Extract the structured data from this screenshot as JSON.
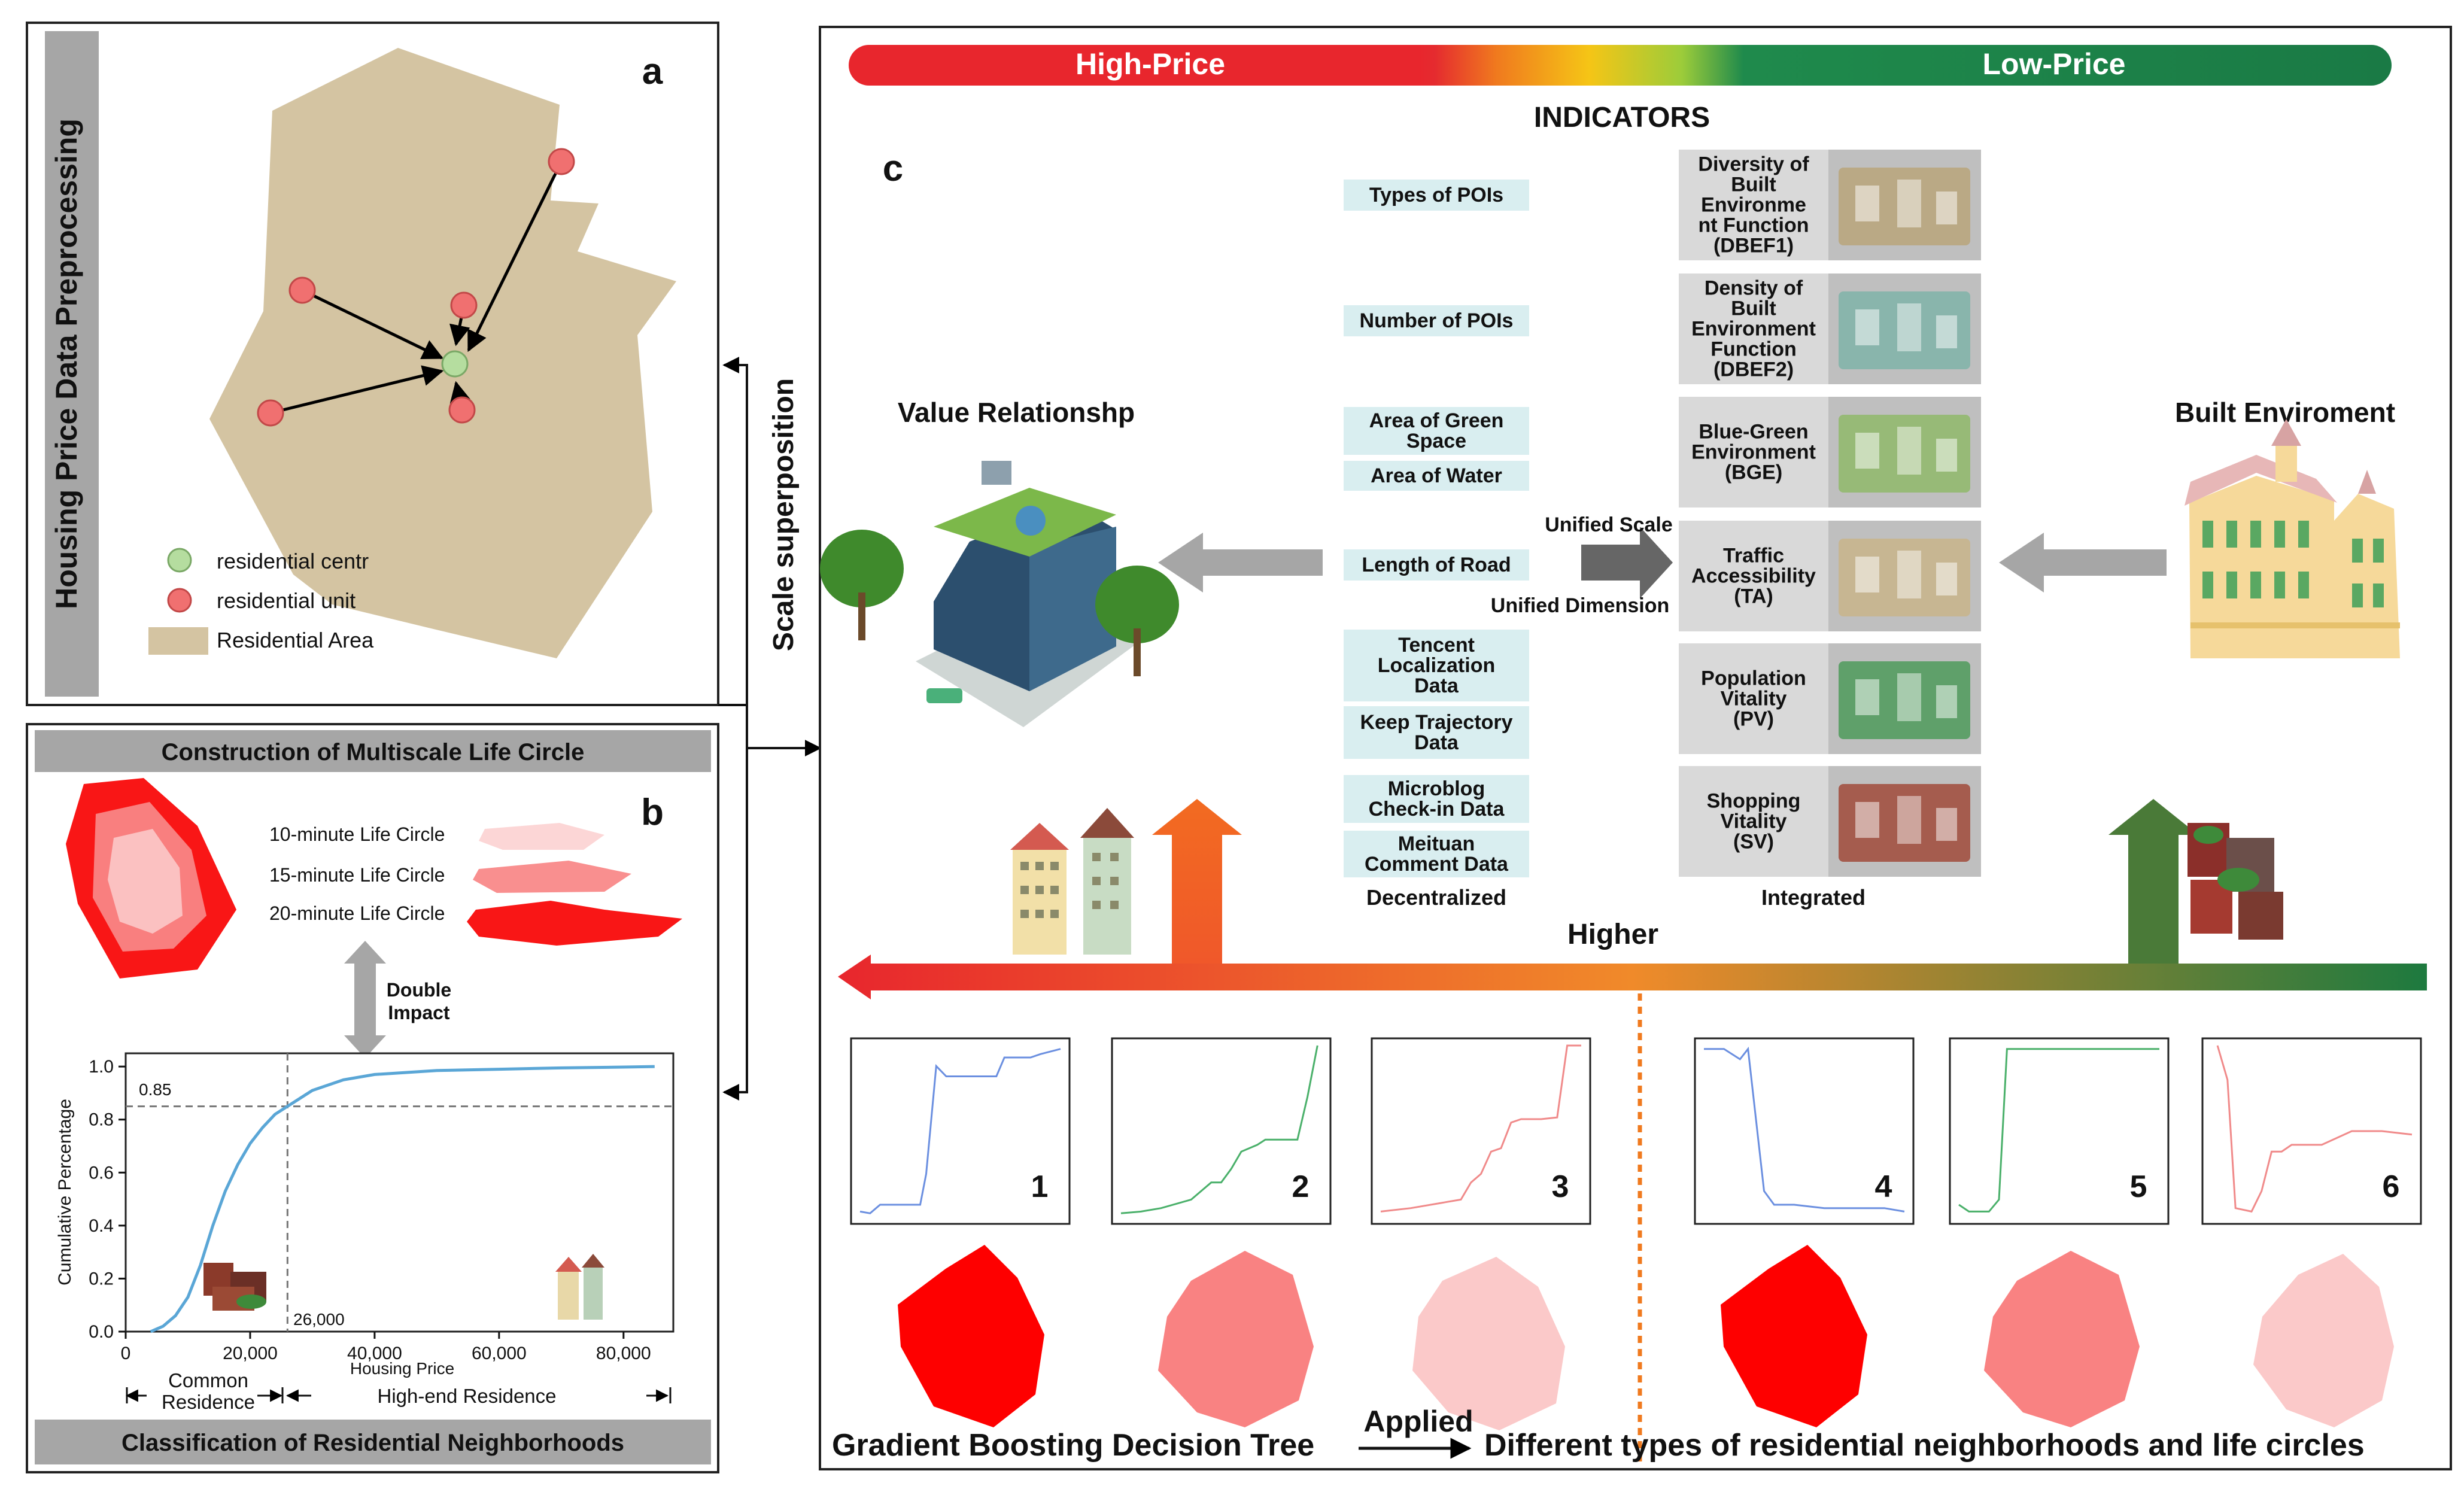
{
  "panel_a": {
    "side_title": "Housing Price Data Preprocessing",
    "letter": "a",
    "legend": [
      "residential centr",
      "residential unit",
      "Residential Area"
    ]
  },
  "panel_b": {
    "title": "Construction of Multiscale Life Circle",
    "letter": "b",
    "circles": [
      "10-minute Life Circle",
      "15-minute Life Circle",
      "20-minute Life Circle"
    ],
    "double_impact": [
      "Double",
      "Impact"
    ],
    "bottom_title": "Classification of Residential Neighborhoods",
    "common": [
      "Common",
      "Residence"
    ],
    "highend": "High-end Residence"
  },
  "connector": {
    "label": "Scale superposition"
  },
  "panel_c": {
    "letter": "c",
    "high_price": "High-Price",
    "low_price": "Low-Price",
    "indicators_title": "INDICATORS",
    "value_relationship": "Value Relationshp",
    "built_environment": "Built Enviroment",
    "unified_scale": "Unified Scale",
    "unified_dimension": "Unified Dimension",
    "left_items": [
      [
        "Types of POIs"
      ],
      [
        "Number of POIs"
      ],
      [
        "Area of Green",
        "Space"
      ],
      [
        "Area of Water"
      ],
      [
        "Length of Road"
      ],
      [
        "Tencent",
        "Localization",
        "Data"
      ],
      [
        "Keep Trajectory",
        "Data"
      ],
      [
        "Microblog",
        "Check-in Data"
      ],
      [
        "Meituan",
        "Comment Data"
      ]
    ],
    "right_items": [
      [
        "Diversity of",
        "Built",
        "Environme",
        "nt Function",
        "(DBEF1)"
      ],
      [
        "Density of",
        "Built",
        "Environment",
        "Function",
        "(DBEF2)"
      ],
      [
        "Blue-Green",
        "Environment",
        "(BGE)"
      ],
      [
        "Traffic",
        "Accessibility",
        "(TA)"
      ],
      [
        "Population",
        "Vitality",
        "(PV)"
      ],
      [
        "Shopping",
        "Vitality",
        "(SV)"
      ]
    ],
    "decentralized": "Decentralized",
    "integrated": "Integrated",
    "higher": "Higher",
    "mini_numbers": [
      "1",
      "2",
      "3",
      "4",
      "5",
      "6"
    ],
    "gbdt": "Gradient Boosting Decision Tree",
    "applied": "Applied",
    "different_types": "Different types of residential neighborhoods and life circles"
  },
  "colors": {
    "beige": "#d4c4a2",
    "gray_bar": "#a6a6a6",
    "red": "#ed1c24",
    "green_dark": "#1a7a45",
    "teal_box": "#d9eef0",
    "curve_blue": "#5aa6d6"
  },
  "chart_data": {
    "type": "line",
    "xlabel": "Housing Price",
    "ylabel": "Cumulative Percentage",
    "xlim": [
      0,
      88000
    ],
    "ylim": [
      0,
      1.05
    ],
    "x_ticks": [
      "0",
      "20,000",
      "40,000",
      "60,000",
      "80,000"
    ],
    "y_ticks": [
      "0.0",
      "0.2",
      "0.4",
      "0.6",
      "0.8",
      "1.0"
    ],
    "annotations": [
      "0.85",
      "26,000"
    ],
    "reference_lines": {
      "y": 0.85,
      "x": 26000
    },
    "grid": false,
    "series": [
      {
        "x": [
          4000,
          6000,
          8000,
          10000,
          12000,
          14000,
          16000,
          18000,
          20000,
          22000,
          24000,
          26000,
          30000,
          35000,
          40000,
          50000,
          60000,
          70000,
          80000,
          85000
        ],
        "values": [
          0.0,
          0.02,
          0.06,
          0.13,
          0.25,
          0.4,
          0.53,
          0.63,
          0.71,
          0.77,
          0.82,
          0.85,
          0.91,
          0.95,
          0.97,
          0.985,
          0.99,
          0.995,
          0.998,
          1.0
        ]
      }
    ]
  }
}
